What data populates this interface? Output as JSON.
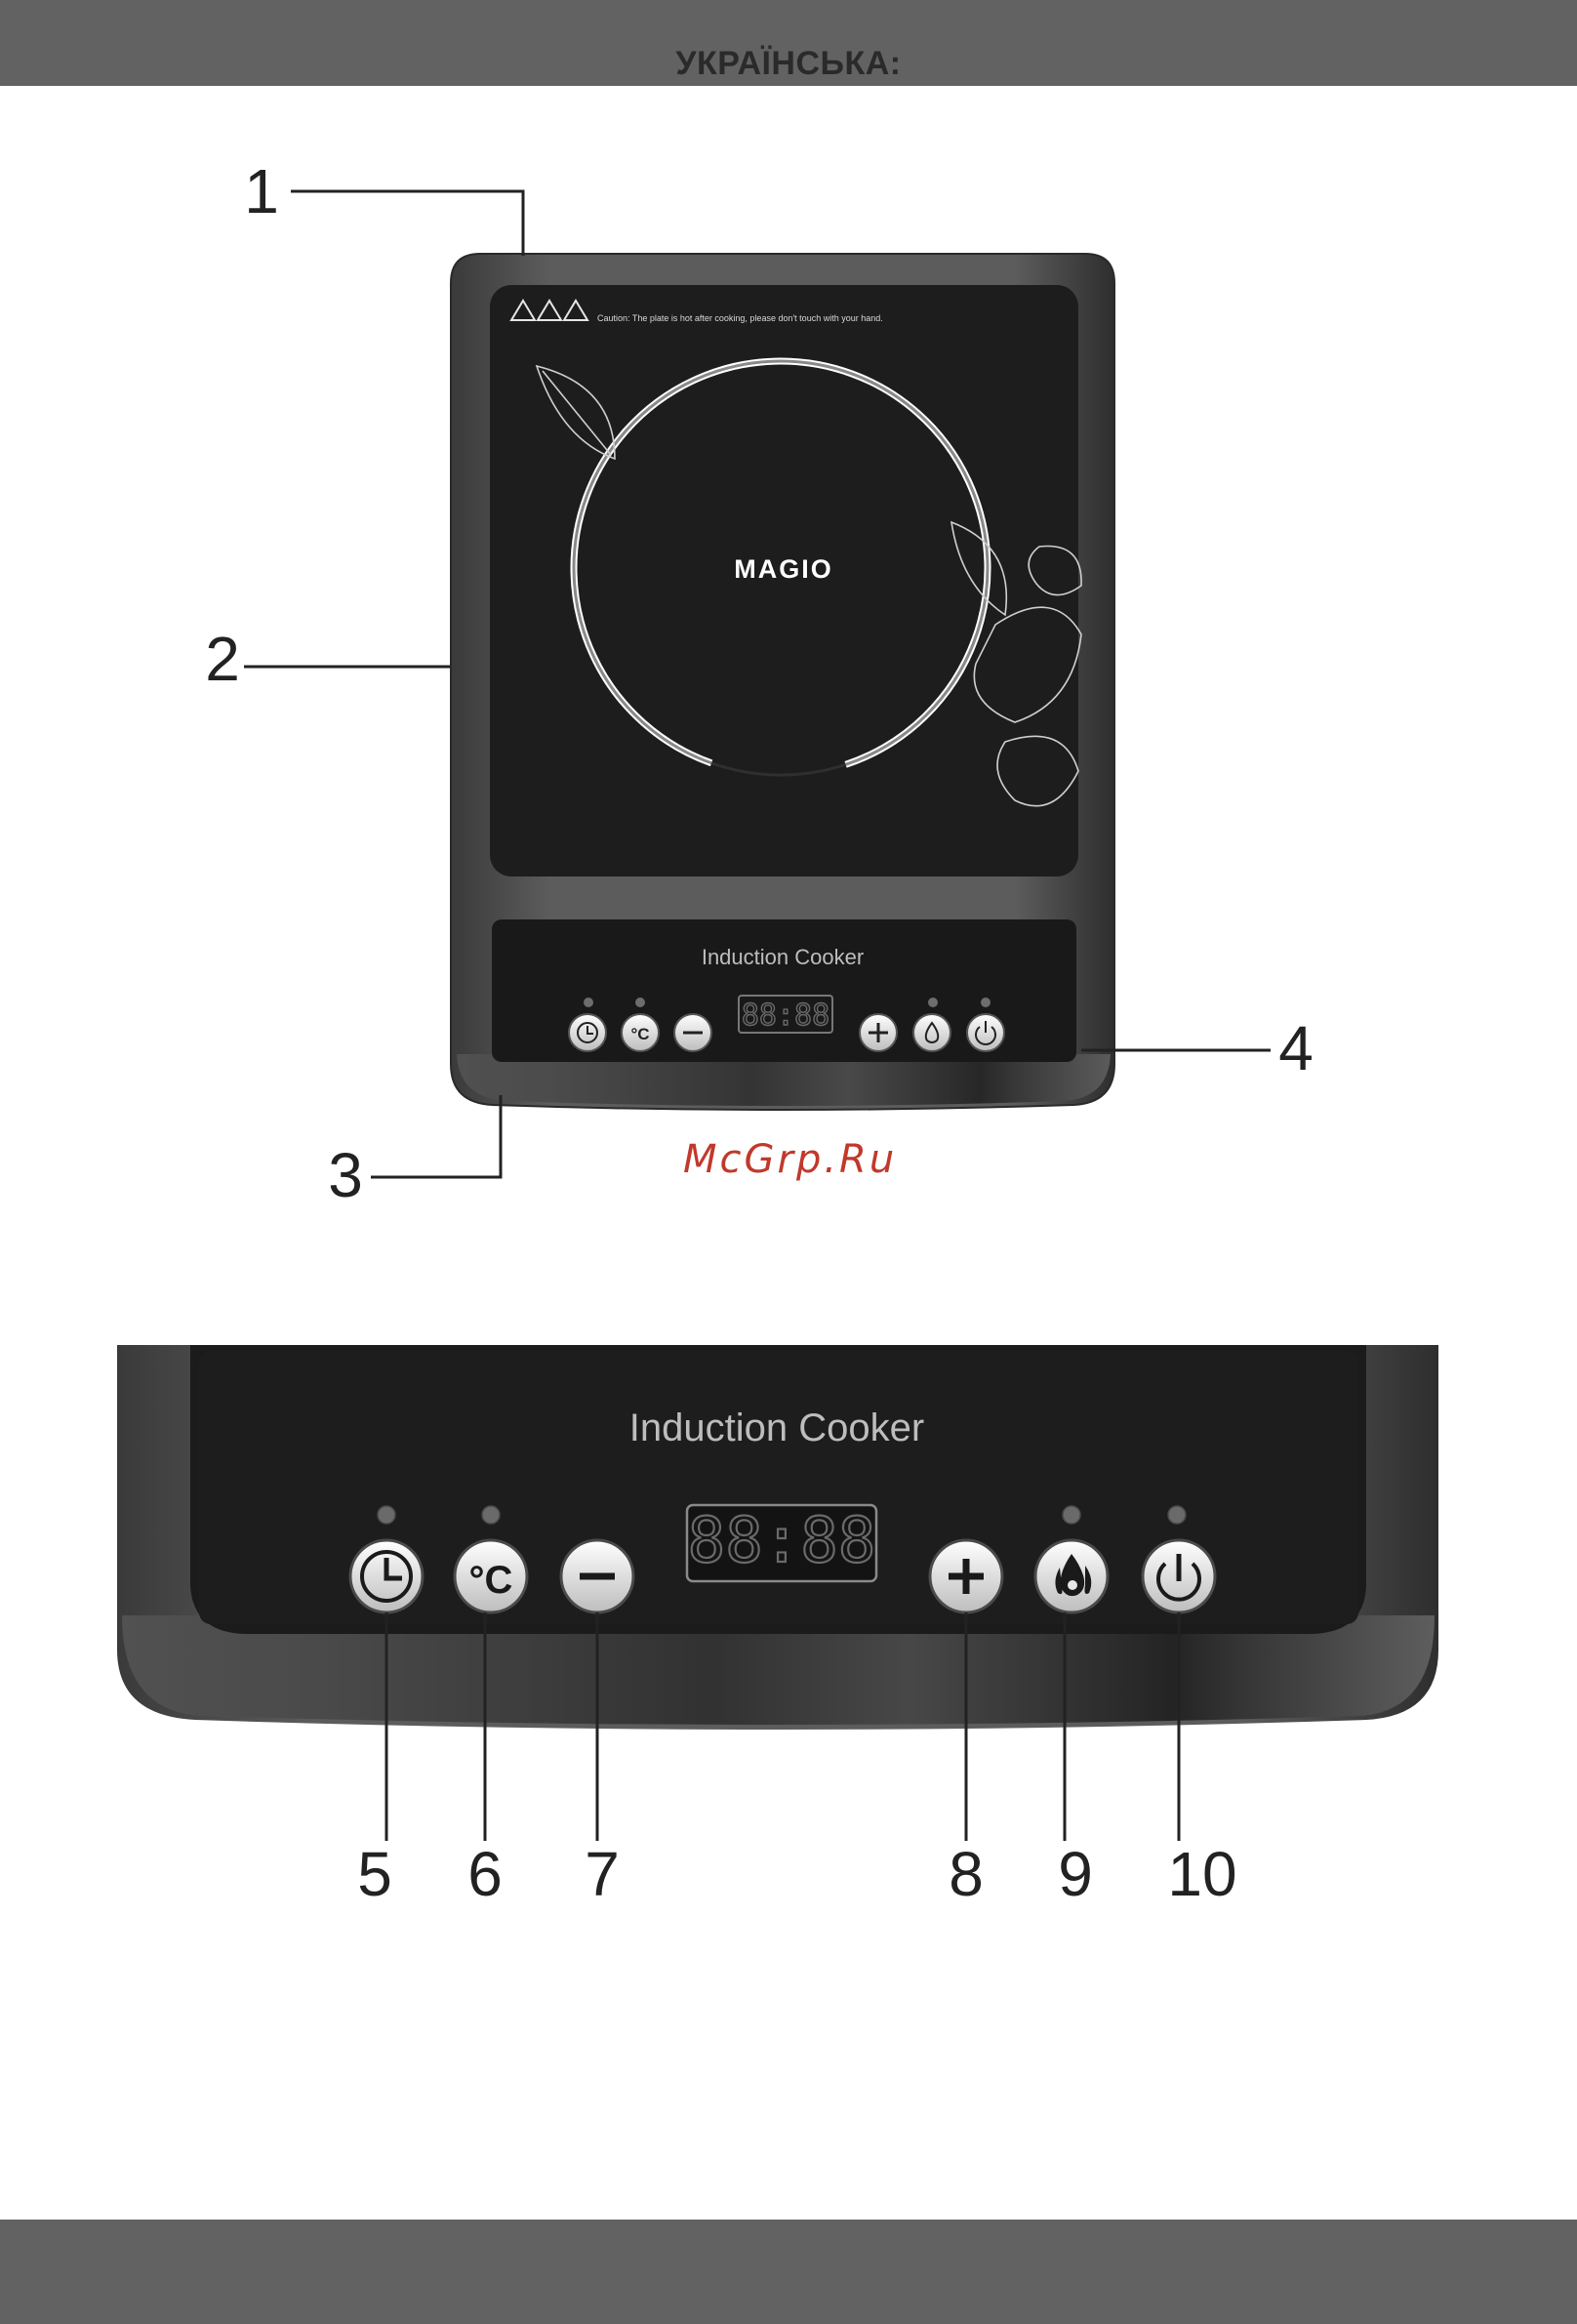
{
  "header": {
    "language": "УКРАЇНСЬКА:"
  },
  "device": {
    "brand": "MAGIO",
    "caution": "Caution: The plate is hot after cooking, please don't touch with your hand.",
    "panel_title": "Induction Cooker",
    "display": "88:88"
  },
  "callouts": {
    "top": [
      "1",
      "2",
      "3",
      "4"
    ],
    "panel": [
      "5",
      "6",
      "7",
      "8",
      "9",
      "10"
    ]
  },
  "watermark": "McGrp.Ru",
  "colors": {
    "band": "#636262",
    "cooker": "#1c1b1c",
    "frame": "#4a4a4a",
    "watermark": "#c0392b"
  },
  "icons": [
    "timer-icon",
    "temperature-icon",
    "minus-icon",
    "plus-icon",
    "flame-icon",
    "power-icon"
  ]
}
